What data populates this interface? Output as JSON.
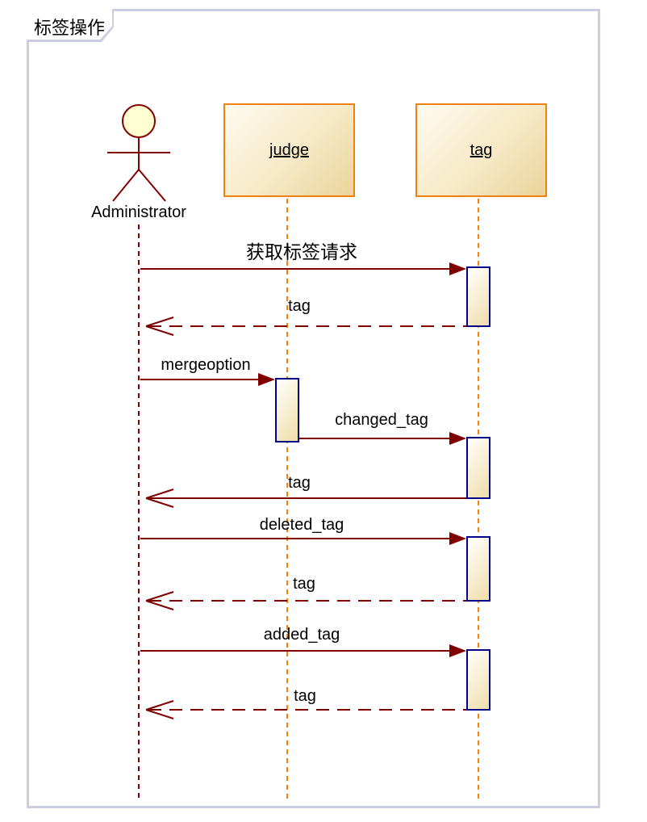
{
  "frame": {
    "title": "标签操作",
    "type": "uml-sequence-diagram-frame"
  },
  "participants": {
    "actor": {
      "name": "Administrator",
      "type": "actor"
    },
    "lifelines": [
      {
        "name": "judge"
      },
      {
        "name": "tag"
      }
    ]
  },
  "messages": [
    {
      "label": "获取标签请求",
      "from": "Administrator",
      "to": "tag",
      "style": "solid-filled-arrow"
    },
    {
      "label": "tag",
      "from": "tag",
      "to": "Administrator",
      "style": "dashed-open-arrow"
    },
    {
      "label": "mergeoption",
      "from": "Administrator",
      "to": "judge",
      "style": "solid-filled-arrow"
    },
    {
      "label": "changed_tag",
      "from": "judge",
      "to": "tag",
      "style": "solid-filled-arrow"
    },
    {
      "label": "tag",
      "from": "tag",
      "to": "Administrator",
      "style": "solid-open-arrow"
    },
    {
      "label": "deleted_tag",
      "from": "Administrator",
      "to": "tag",
      "style": "solid-filled-arrow"
    },
    {
      "label": "tag",
      "from": "tag",
      "to": "Administrator",
      "style": "dashed-open-arrow"
    },
    {
      "label": "added_tag",
      "from": "Administrator",
      "to": "tag",
      "style": "solid-filled-arrow"
    },
    {
      "label": "tag",
      "from": "tag",
      "to": "Administrator",
      "style": "dashed-open-arrow"
    }
  ],
  "colors": {
    "frame_border": "#cdcde2",
    "message_line": "#800000",
    "lifeline_orange": "#ff8000",
    "actor_line": "#800000",
    "actor_head_fill": "#ffffd2",
    "participant_border": "#f08010",
    "participant_fill_start": "#fefbf0",
    "participant_fill_end": "#ebd49b",
    "activation_border": "#00008b",
    "text": "#000000"
  }
}
